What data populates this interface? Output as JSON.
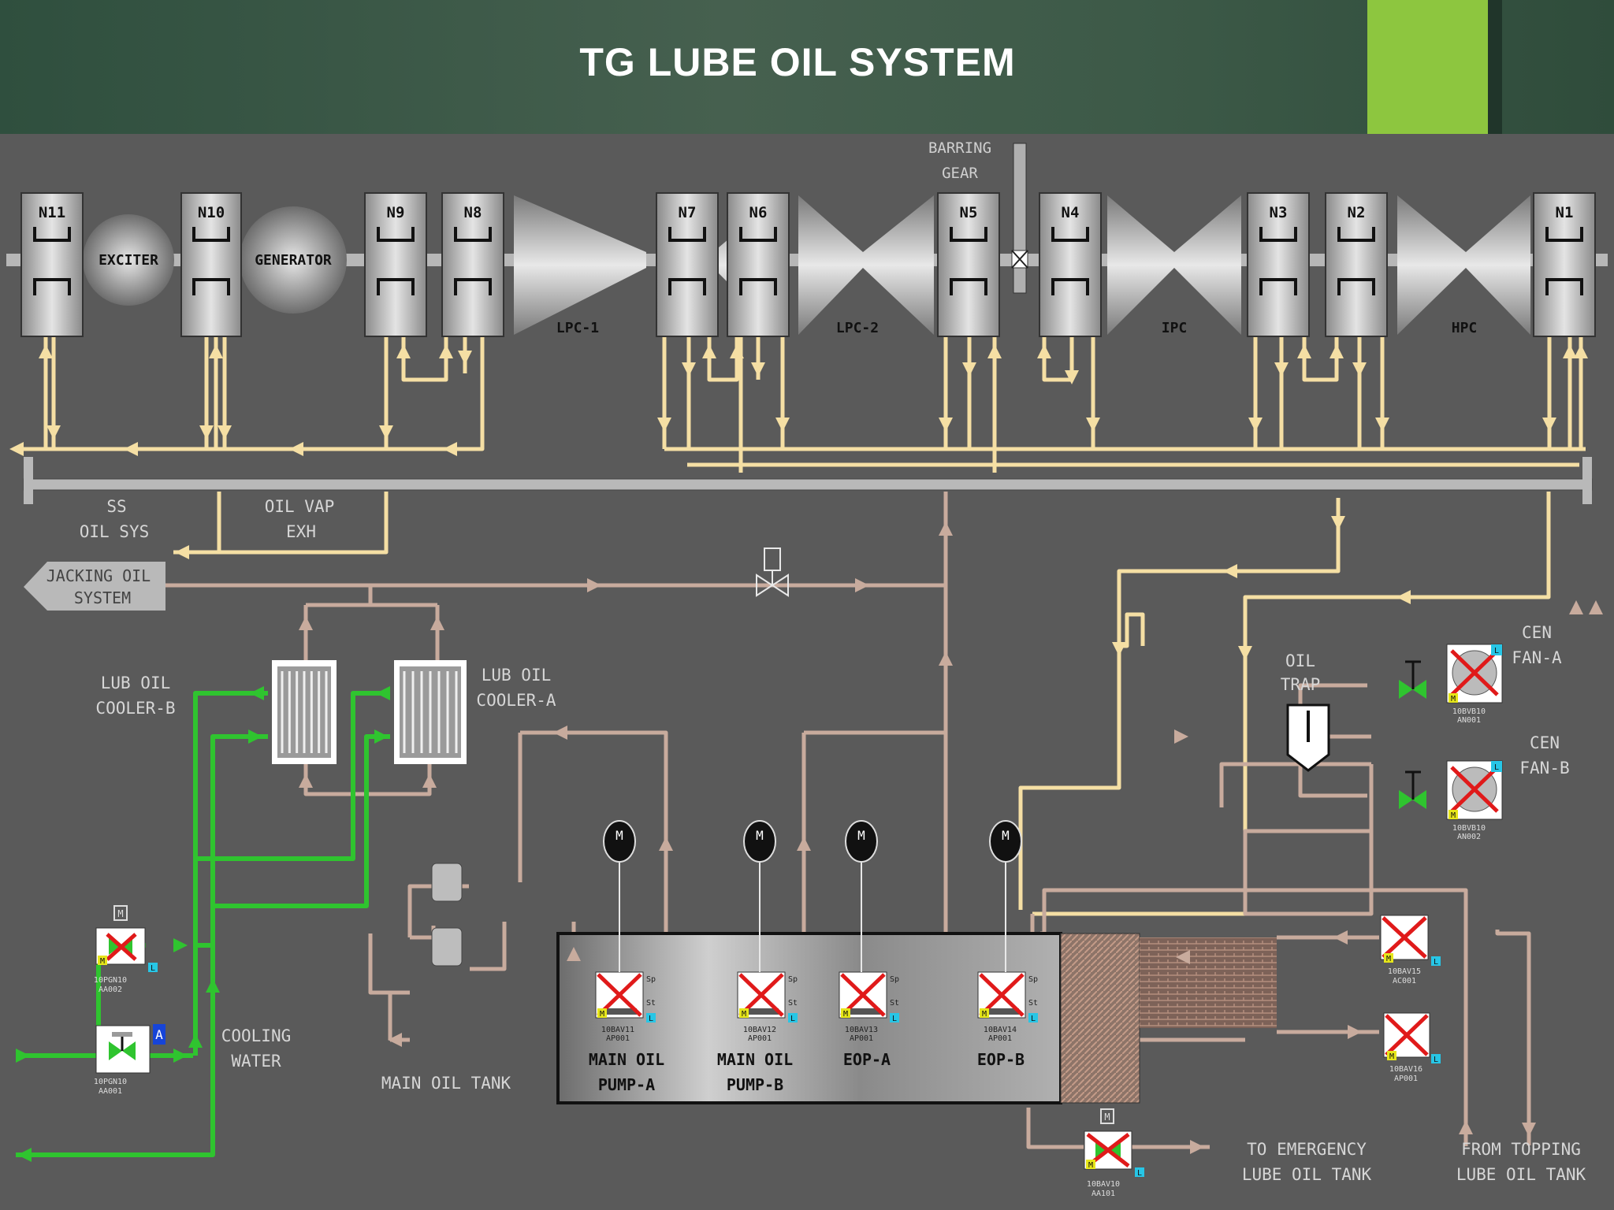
{
  "header": {
    "title": "TG LUBE OIL SYSTEM"
  },
  "colors": {
    "background": "#585858",
    "lube_oil_line": "#f5dfa4",
    "return_line": "#c8ab9d",
    "cooling_water": "#2fc42f",
    "accent": "#8dc63f",
    "alarm_cross": "#e01a1a"
  },
  "turbine_train": {
    "barring_gear": [
      "BARRING",
      "GEAR"
    ],
    "bearings": [
      "N11",
      "N10",
      "N9",
      "N8",
      "N7",
      "N6",
      "N5",
      "N4",
      "N3",
      "N2",
      "N1"
    ],
    "casings": [
      "EXCITER",
      "GENERATOR",
      "LPC-1",
      "LPC-2",
      "IPC",
      "HPC"
    ]
  },
  "labels": {
    "ss_oil_sys": [
      "SS",
      "OIL SYS"
    ],
    "oil_vap_exh": [
      "OIL VAP",
      "EXH"
    ],
    "jacking_oil_system": [
      "JACKING OIL",
      "SYSTEM"
    ],
    "lub_oil_cooler_b": [
      "LUB OIL",
      "COOLER-B"
    ],
    "lub_oil_cooler_a": [
      "LUB OIL",
      "COOLER-A"
    ],
    "oil_trap": [
      "OIL",
      "TRAP"
    ],
    "cen_fan_a": [
      "CEN",
      "FAN-A"
    ],
    "cen_fan_b": [
      "CEN",
      "FAN-B"
    ],
    "cooling_water": [
      "COOLING",
      "WATER"
    ],
    "main_oil_tank": "MAIN OIL TANK",
    "to_emergency": [
      "TO EMERGENCY",
      "LUBE OIL TANK"
    ],
    "from_topping": [
      "FROM TOPPING",
      "LUBE OIL TANK"
    ]
  },
  "pumps": [
    {
      "name": [
        "MAIN OIL",
        "PUMP-A"
      ],
      "tag": [
        "10BAV11",
        "AP001"
      ]
    },
    {
      "name": [
        "MAIN OIL",
        "PUMP-B"
      ],
      "tag": [
        "10BAV12",
        "AP001"
      ]
    },
    {
      "name": [
        "EOP-A"
      ],
      "tag": [
        "10BAV13",
        "AP001"
      ]
    },
    {
      "name": [
        "EOP-B"
      ],
      "tag": [
        "10BAV14",
        "AP001"
      ]
    }
  ],
  "instrument_tags": {
    "fan_a": [
      "10BVB10",
      "AN001"
    ],
    "fan_b": [
      "10BVB10",
      "AN002"
    ],
    "cw_valve_1": [
      "10PGN10",
      "AA002"
    ],
    "cw_valve_2": [
      "10PGN10",
      "AA001"
    ],
    "heater_1": [
      "10BAV15",
      "AC001"
    ],
    "heater_2": [
      "10BAV16",
      "AP001"
    ],
    "drain_valve": [
      "10BAV10",
      "AA101"
    ]
  },
  "symbols": {
    "motor": "M",
    "local": "L",
    "auto": "A",
    "sp": "Sp",
    "st": "St",
    "valve_motor": "M"
  }
}
